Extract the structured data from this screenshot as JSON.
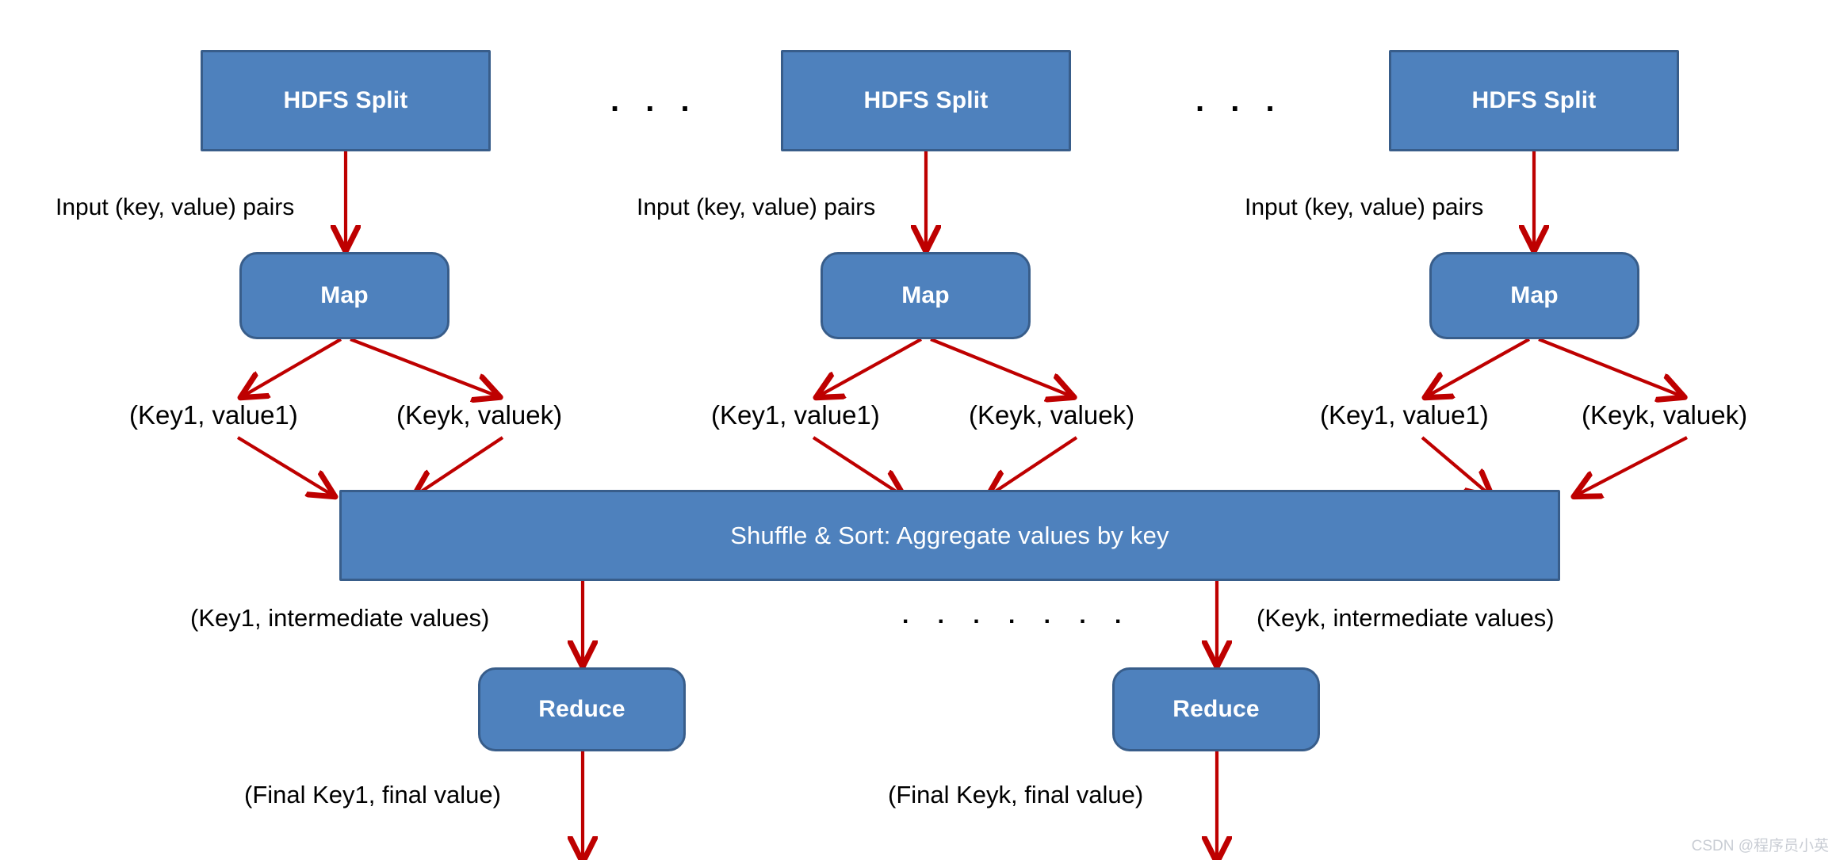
{
  "diagram": {
    "title": "MapReduce data flow",
    "colors": {
      "node_fill": "#4E81BD",
      "node_border": "#385D8A",
      "node_text": "#FFFFFF",
      "arrow": "#BE0000",
      "caption_text": "#000000",
      "background": "#FFFFFF",
      "watermark_text": "#C9CDD4"
    },
    "nodes": {
      "split_label": "HDFS Split",
      "map_label": "Map",
      "shuffle_label": "Shuffle & Sort: Aggregate values by key",
      "reduce_label": "Reduce"
    },
    "captions": {
      "input_pairs": "Input (key, value) pairs",
      "pair_first": "(Key1, value1)",
      "pair_last": "(Keyk, valuek)",
      "inter_first": "(Key1, intermediate values)",
      "inter_last": "(Keyk, intermediate values)",
      "final_first": "(Final Key1, final value)",
      "final_last": "(Final Keyk, final value)"
    },
    "ellipsis": {
      "top": ". . .",
      "middle": ". . . . . . ."
    },
    "columns": [
      {
        "id": "column-1",
        "split_label": "HDFS Split",
        "map_label": "Map",
        "input_label": "Input (key, value) pairs",
        "pair_left": "(Key1, value1)",
        "pair_right": "(Keyk, valuek)"
      },
      {
        "id": "column-2",
        "split_label": "HDFS Split",
        "map_label": "Map",
        "input_label": "Input (key, value) pairs",
        "pair_left": "(Key1, value1)",
        "pair_right": "(Keyk, valuek)"
      },
      {
        "id": "column-3",
        "split_label": "HDFS Split",
        "map_label": "Map",
        "input_label": "Input (key, value) pairs",
        "pair_left": "(Key1, value1)",
        "pair_right": "(Keyk, valuek)"
      }
    ],
    "reducers": [
      {
        "id": "reducer-1",
        "label": "Reduce",
        "output_label": "(Final Key1, final value)"
      },
      {
        "id": "reducer-2",
        "label": "Reduce",
        "output_label": "(Final Keyk, final value)"
      }
    ],
    "watermark": "CSDN @程序员小英"
  }
}
